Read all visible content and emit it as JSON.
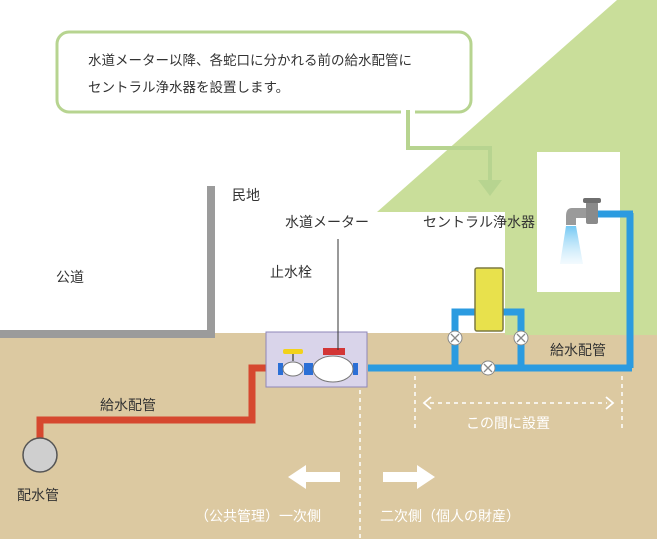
{
  "callout": {
    "line1": "水道メーター以降、各蛇口に分かれる前の給水配管に",
    "line2": "セントラル浄水器を設置します。"
  },
  "labels": {
    "public_road": "公道",
    "private_land": "民地",
    "water_meter": "水道メーター",
    "stop_valve": "止水栓",
    "central_purifier": "セントラル浄水器",
    "supply_pipe_right": "給水配管",
    "supply_pipe_left": "給水配管",
    "distribution_pipe": "配水管",
    "install_range": "この間に設置",
    "primary_side": "（公共管理）一次側",
    "secondary_side": "二次側（個人の財産）"
  },
  "colors": {
    "ground": "#dcc9a1",
    "house_green": "#c9de9a",
    "callout_border": "#b7d490",
    "wall_gray": "#9b9b9b",
    "main_pipe_red": "#d6482f",
    "supply_pipe_blue": "#2b9be0",
    "meter_box": "#d9d4ea",
    "purifier_yellow": "#e8e14c"
  }
}
